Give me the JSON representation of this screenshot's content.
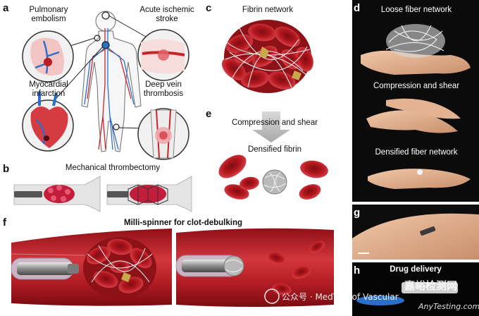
{
  "panels": {
    "a": {
      "label": "a",
      "conditions": [
        "Pulmonary embolism",
        "Acute ischemic stroke",
        "Myocardial infarction",
        "Deep vein thrombosis"
      ]
    },
    "b": {
      "label": "b",
      "title": "Mechanical thrombectomy"
    },
    "c": {
      "label": "c",
      "title": "Fibrin network"
    },
    "d": {
      "label": "d",
      "captions": [
        "Loose fiber network",
        "Compression and shear",
        "Densified fiber network"
      ]
    },
    "e": {
      "label": "e",
      "arrow_label": "Compression and shear",
      "result_label": "Densified fibrin"
    },
    "f": {
      "label": "f",
      "title": "Milli-spinner for clot-debulking"
    },
    "g": {
      "label": "g"
    },
    "h": {
      "label": "h",
      "title": "Drug delivery"
    }
  },
  "watermark": {
    "text": "公众号 · MedTalk of Vascular",
    "site": "嘉峪检测网",
    "url": "AnyTesting.com"
  },
  "colors": {
    "clot_red": "#b81d24",
    "vessel_red": "#c8242c",
    "vein_blue": "#2a6fc9",
    "photo_bg": "#0b0b0b",
    "arrow_gray": "#bdbdbd"
  }
}
